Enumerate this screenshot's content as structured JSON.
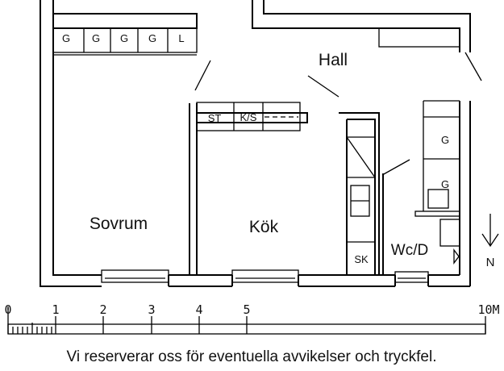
{
  "rooms": {
    "bedroom": "Sovrum",
    "kitchen": "Kök",
    "hall": "Hall",
    "wc": "Wc/D"
  },
  "fixtures": {
    "bedroom_closets": [
      "G",
      "G",
      "G",
      "G",
      "L"
    ],
    "kitchen_units": [
      "ST",
      "K/S"
    ],
    "hall_closet": "SK",
    "wc_closets": [
      "G",
      "G"
    ]
  },
  "compass": {
    "label": "N"
  },
  "scale": {
    "ticks": [
      "0",
      "1",
      "2",
      "3",
      "4",
      "5",
      "10M"
    ]
  },
  "disclaimer": "Vi reserverar oss för eventuella avvikelser och tryckfel."
}
